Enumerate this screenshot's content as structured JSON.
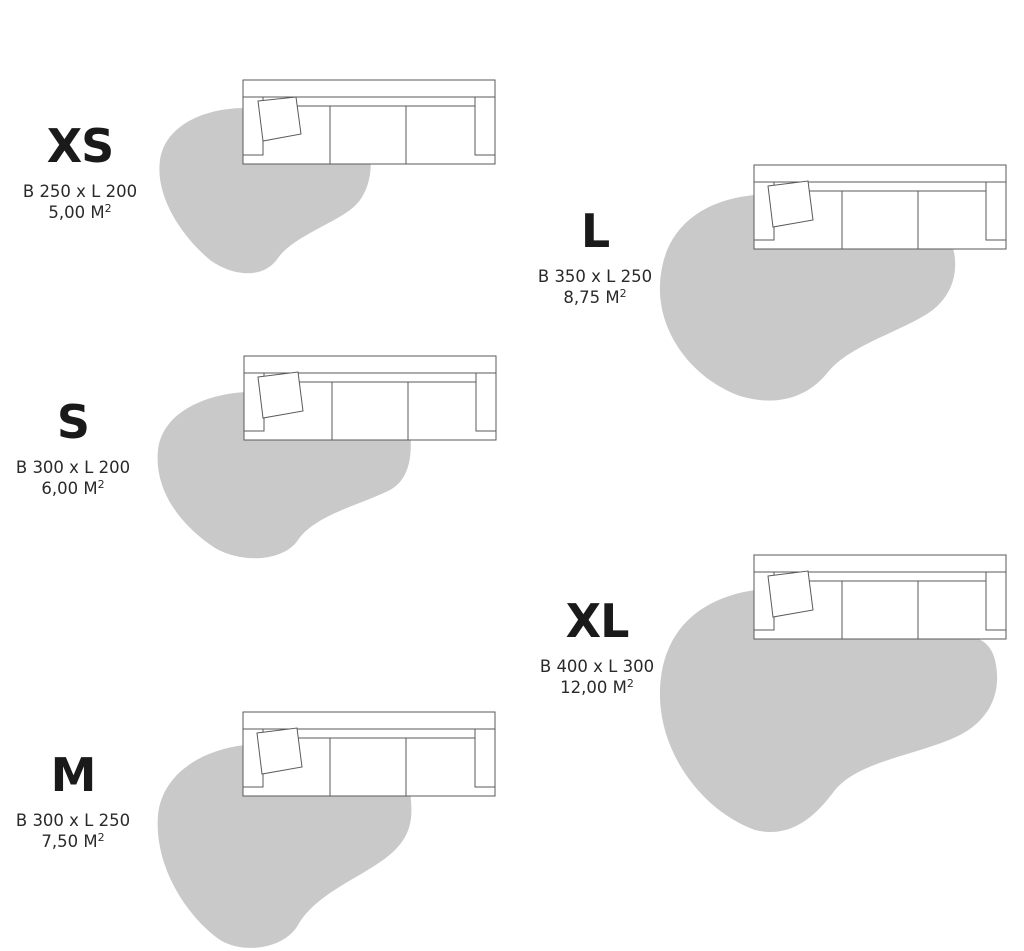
{
  "sizes": [
    {
      "id": "xs",
      "name": "XS",
      "dims": "B 250 x L 200",
      "area": "5,00 M",
      "area_unit_exp": "2"
    },
    {
      "id": "s",
      "name": "S",
      "dims": "B 300 x L 200",
      "area": "6,00 M",
      "area_unit_exp": "2"
    },
    {
      "id": "m",
      "name": "M",
      "dims": "B 300 x L 250",
      "area": "7,50 M",
      "area_unit_exp": "2"
    },
    {
      "id": "l",
      "name": "L",
      "dims": "B 350 x L 250",
      "area": "8,75 M",
      "area_unit_exp": "2"
    },
    {
      "id": "xl",
      "name": "XL",
      "dims": "B 400 x L 300",
      "area": "12,00 M",
      "area_unit_exp": "2"
    }
  ],
  "colors": {
    "rug": "#c9c9c9",
    "sofa_stroke": "#5a5a5a",
    "text": "#1a1a1a"
  }
}
